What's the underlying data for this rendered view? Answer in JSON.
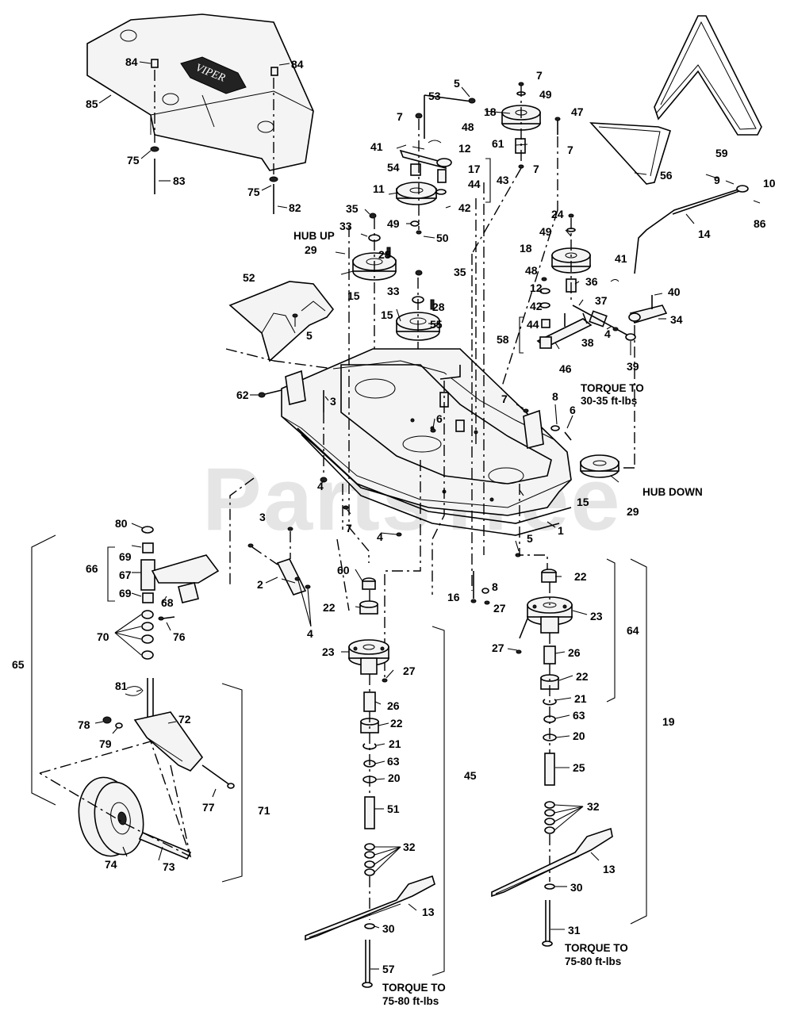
{
  "watermark": "PartsTree",
  "notes": {
    "hub_up": "HUB UP",
    "hub_down": "HUB DOWN",
    "torque_idler_1": "TORQUE TO",
    "torque_idler_2": "30-35 ft-lbs",
    "torque_spindle_left_1": "TORQUE TO",
    "torque_spindle_left_2": "75-80 ft-lbs",
    "torque_spindle_right_1": "TORQUE TO",
    "torque_spindle_right_2": "75-80 ft-lbs"
  },
  "callouts": [
    {
      "id": "c84a",
      "label": "84"
    },
    {
      "id": "c84b",
      "label": "84"
    },
    {
      "id": "c85",
      "label": "85"
    },
    {
      "id": "c75a",
      "label": "75"
    },
    {
      "id": "c83",
      "label": "83"
    },
    {
      "id": "c75b",
      "label": "75"
    },
    {
      "id": "c82",
      "label": "82"
    },
    {
      "id": "c5a",
      "label": "5"
    },
    {
      "id": "c53",
      "label": "53"
    },
    {
      "id": "c7a",
      "label": "7"
    },
    {
      "id": "c48a",
      "label": "48"
    },
    {
      "id": "c41a",
      "label": "41"
    },
    {
      "id": "c12a",
      "label": "12"
    },
    {
      "id": "c54",
      "label": "54"
    },
    {
      "id": "c17",
      "label": "17"
    },
    {
      "id": "c44a",
      "label": "44"
    },
    {
      "id": "c43",
      "label": "43"
    },
    {
      "id": "c11",
      "label": "11"
    },
    {
      "id": "c42a",
      "label": "42"
    },
    {
      "id": "c49a",
      "label": "49"
    },
    {
      "id": "c50",
      "label": "50"
    },
    {
      "id": "c7b",
      "label": "7"
    },
    {
      "id": "c49b",
      "label": "49"
    },
    {
      "id": "c18a",
      "label": "18"
    },
    {
      "id": "c47",
      "label": "47"
    },
    {
      "id": "c61",
      "label": "61"
    },
    {
      "id": "c7c",
      "label": "7"
    },
    {
      "id": "c7d",
      "label": "7"
    },
    {
      "id": "c59",
      "label": "59"
    },
    {
      "id": "c56",
      "label": "56"
    },
    {
      "id": "c9",
      "label": "9"
    },
    {
      "id": "c10",
      "label": "10"
    },
    {
      "id": "c86",
      "label": "86"
    },
    {
      "id": "c14",
      "label": "14"
    },
    {
      "id": "c35a",
      "label": "35"
    },
    {
      "id": "c33a",
      "label": "33"
    },
    {
      "id": "c29a",
      "label": "29"
    },
    {
      "id": "c28a",
      "label": "28"
    },
    {
      "id": "c15a",
      "label": "15"
    },
    {
      "id": "c24",
      "label": "24"
    },
    {
      "id": "c49c",
      "label": "49"
    },
    {
      "id": "c18b",
      "label": "18"
    },
    {
      "id": "c41b",
      "label": "41"
    },
    {
      "id": "c52",
      "label": "52"
    },
    {
      "id": "c5b",
      "label": "5"
    },
    {
      "id": "c35b",
      "label": "35"
    },
    {
      "id": "c33b",
      "label": "33"
    },
    {
      "id": "c28b",
      "label": "28"
    },
    {
      "id": "c15b",
      "label": "15"
    },
    {
      "id": "c55",
      "label": "55"
    },
    {
      "id": "c48b",
      "label": "48"
    },
    {
      "id": "c12b",
      "label": "12"
    },
    {
      "id": "c42b",
      "label": "42"
    },
    {
      "id": "c44b",
      "label": "44"
    },
    {
      "id": "c58",
      "label": "58"
    },
    {
      "id": "c46",
      "label": "46"
    },
    {
      "id": "c36",
      "label": "36"
    },
    {
      "id": "c37",
      "label": "37"
    },
    {
      "id": "c38",
      "label": "38"
    },
    {
      "id": "c4a",
      "label": "4"
    },
    {
      "id": "c39",
      "label": "39"
    },
    {
      "id": "c40",
      "label": "40"
    },
    {
      "id": "c34",
      "label": "34"
    },
    {
      "id": "c62",
      "label": "62"
    },
    {
      "id": "c3a",
      "label": "3"
    },
    {
      "id": "c6a",
      "label": "6"
    },
    {
      "id": "c7e",
      "label": "7"
    },
    {
      "id": "c8a",
      "label": "8"
    },
    {
      "id": "c6b",
      "label": "6"
    },
    {
      "id": "c4b",
      "label": "4"
    },
    {
      "id": "c29b",
      "label": "29"
    },
    {
      "id": "c15c",
      "label": "15"
    },
    {
      "id": "c7f",
      "label": "7"
    },
    {
      "id": "c1",
      "label": "1"
    },
    {
      "id": "c4c",
      "label": "4"
    },
    {
      "id": "c5c",
      "label": "5"
    },
    {
      "id": "c80",
      "label": "80"
    },
    {
      "id": "c69a",
      "label": "69"
    },
    {
      "id": "c66",
      "label": "66"
    },
    {
      "id": "c67",
      "label": "67"
    },
    {
      "id": "c69b",
      "label": "69"
    },
    {
      "id": "c68",
      "label": "68"
    },
    {
      "id": "c76",
      "label": "76"
    },
    {
      "id": "c70",
      "label": "70"
    },
    {
      "id": "c65",
      "label": "65"
    },
    {
      "id": "c3b",
      "label": "3"
    },
    {
      "id": "c2",
      "label": "2"
    },
    {
      "id": "c4d",
      "label": "4"
    },
    {
      "id": "c60",
      "label": "60"
    },
    {
      "id": "c22a",
      "label": "22"
    },
    {
      "id": "c23a",
      "label": "23"
    },
    {
      "id": "c27a",
      "label": "27"
    },
    {
      "id": "c26a",
      "label": "26"
    },
    {
      "id": "c22b",
      "label": "22"
    },
    {
      "id": "c21a",
      "label": "21"
    },
    {
      "id": "c63a",
      "label": "63"
    },
    {
      "id": "c20a",
      "label": "20"
    },
    {
      "id": "c51",
      "label": "51"
    },
    {
      "id": "c32a",
      "label": "32"
    },
    {
      "id": "c13a",
      "label": "13"
    },
    {
      "id": "c30a",
      "label": "30"
    },
    {
      "id": "c57",
      "label": "57"
    },
    {
      "id": "c45",
      "label": "45"
    },
    {
      "id": "c16",
      "label": "16"
    },
    {
      "id": "c8b",
      "label": "8"
    },
    {
      "id": "c27b",
      "label": "27"
    },
    {
      "id": "c22c",
      "label": "22"
    },
    {
      "id": "c23b",
      "label": "23"
    },
    {
      "id": "c64",
      "label": "64"
    },
    {
      "id": "c27c",
      "label": "27"
    },
    {
      "id": "c26b",
      "label": "26"
    },
    {
      "id": "c22d",
      "label": "22"
    },
    {
      "id": "c21b",
      "label": "21"
    },
    {
      "id": "c63b",
      "label": "63"
    },
    {
      "id": "c20b",
      "label": "20"
    },
    {
      "id": "c25",
      "label": "25"
    },
    {
      "id": "c19",
      "label": "19"
    },
    {
      "id": "c32b",
      "label": "32"
    },
    {
      "id": "c13b",
      "label": "13"
    },
    {
      "id": "c30b",
      "label": "30"
    },
    {
      "id": "c31",
      "label": "31"
    },
    {
      "id": "c81",
      "label": "81"
    },
    {
      "id": "c78",
      "label": "78"
    },
    {
      "id": "c79",
      "label": "79"
    },
    {
      "id": "c72",
      "label": "72"
    },
    {
      "id": "c77",
      "label": "77"
    },
    {
      "id": "c71",
      "label": "71"
    },
    {
      "id": "c74",
      "label": "74"
    },
    {
      "id": "c73",
      "label": "73"
    }
  ]
}
